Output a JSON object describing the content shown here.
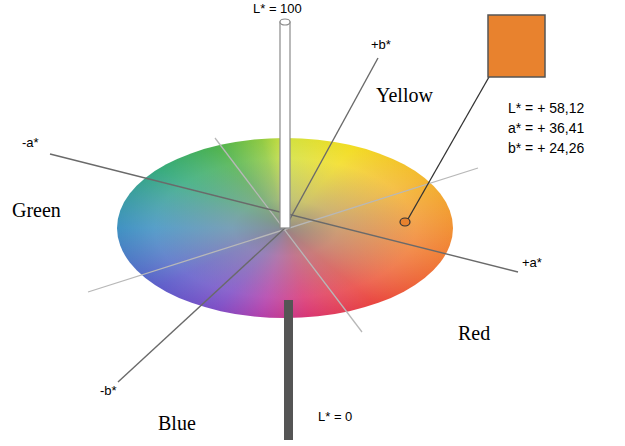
{
  "diagram": {
    "labels": [
      "L* = 100",
      "+b*",
      "Yellow",
      "L* = + 58,12",
      "a* = + 36,41",
      "b* = + 24,26",
      "-a*",
      "Green",
      "+a*",
      "Red",
      "-b*",
      "Blue",
      "L* = 0"
    ]
  }
}
